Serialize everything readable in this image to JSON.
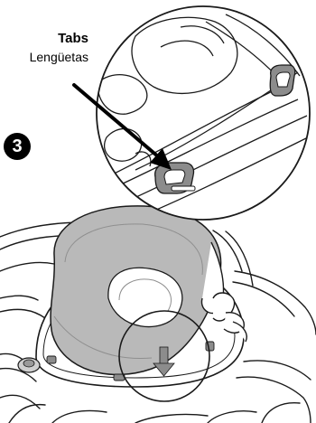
{
  "labels": {
    "tabs_en": "Tabs",
    "tabs_es": "Lengüetas"
  },
  "step": {
    "number": "3"
  },
  "colors": {
    "line": "#1a1a1a",
    "seat_fill": "#b9b9b9",
    "seat_shadow": "#9a9a9a",
    "tab_fill": "#8c8c8c",
    "background": "#ffffff"
  },
  "icons": {
    "pointer": "arrow-pointer-icon",
    "press_down": "down-arrow-icon"
  }
}
